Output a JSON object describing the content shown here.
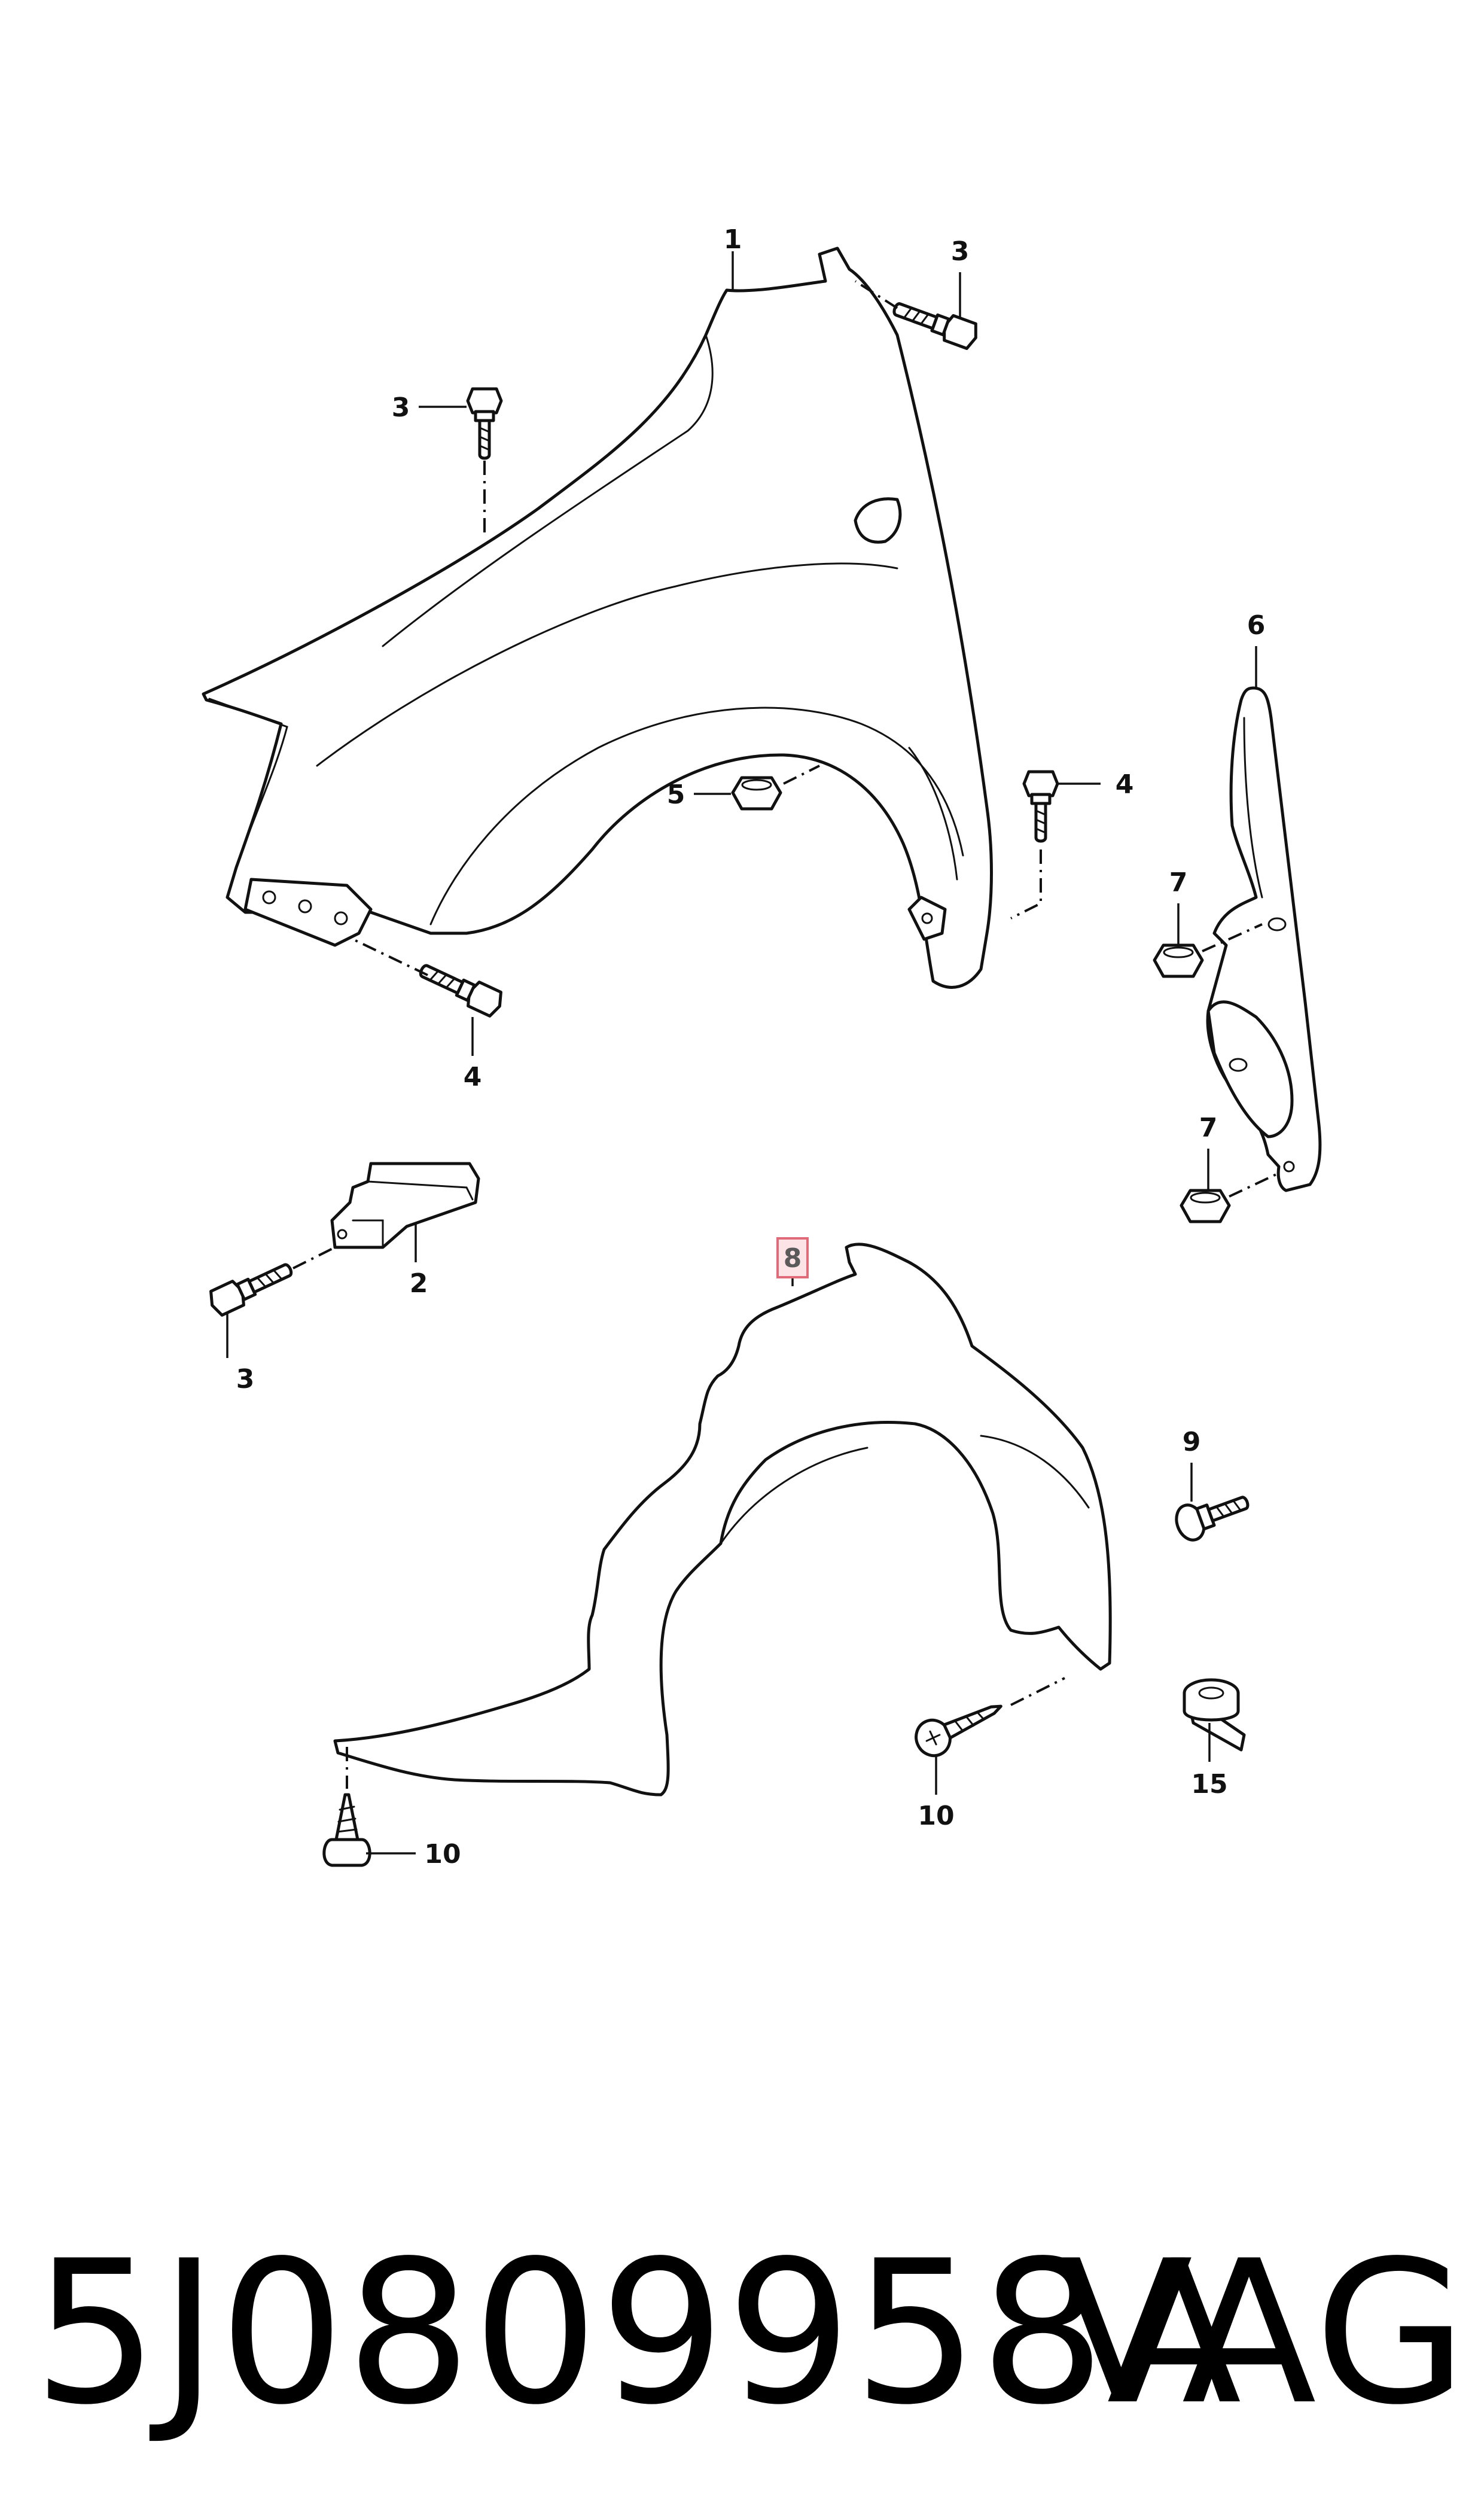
{
  "callouts": {
    "c1": "1",
    "c2": "2",
    "c3a": "3",
    "c3b": "3",
    "c3c": "3",
    "c4a": "4",
    "c4b": "4",
    "c5": "5",
    "c6": "6",
    "c7a": "7",
    "c7b": "7",
    "c8": "8",
    "c9": "9",
    "c10a": "10",
    "c10b": "10",
    "c15": "15"
  },
  "highlight_color": "#e06a78",
  "caption": {
    "part_number": "5J0809958A",
    "brand": "VAG"
  }
}
